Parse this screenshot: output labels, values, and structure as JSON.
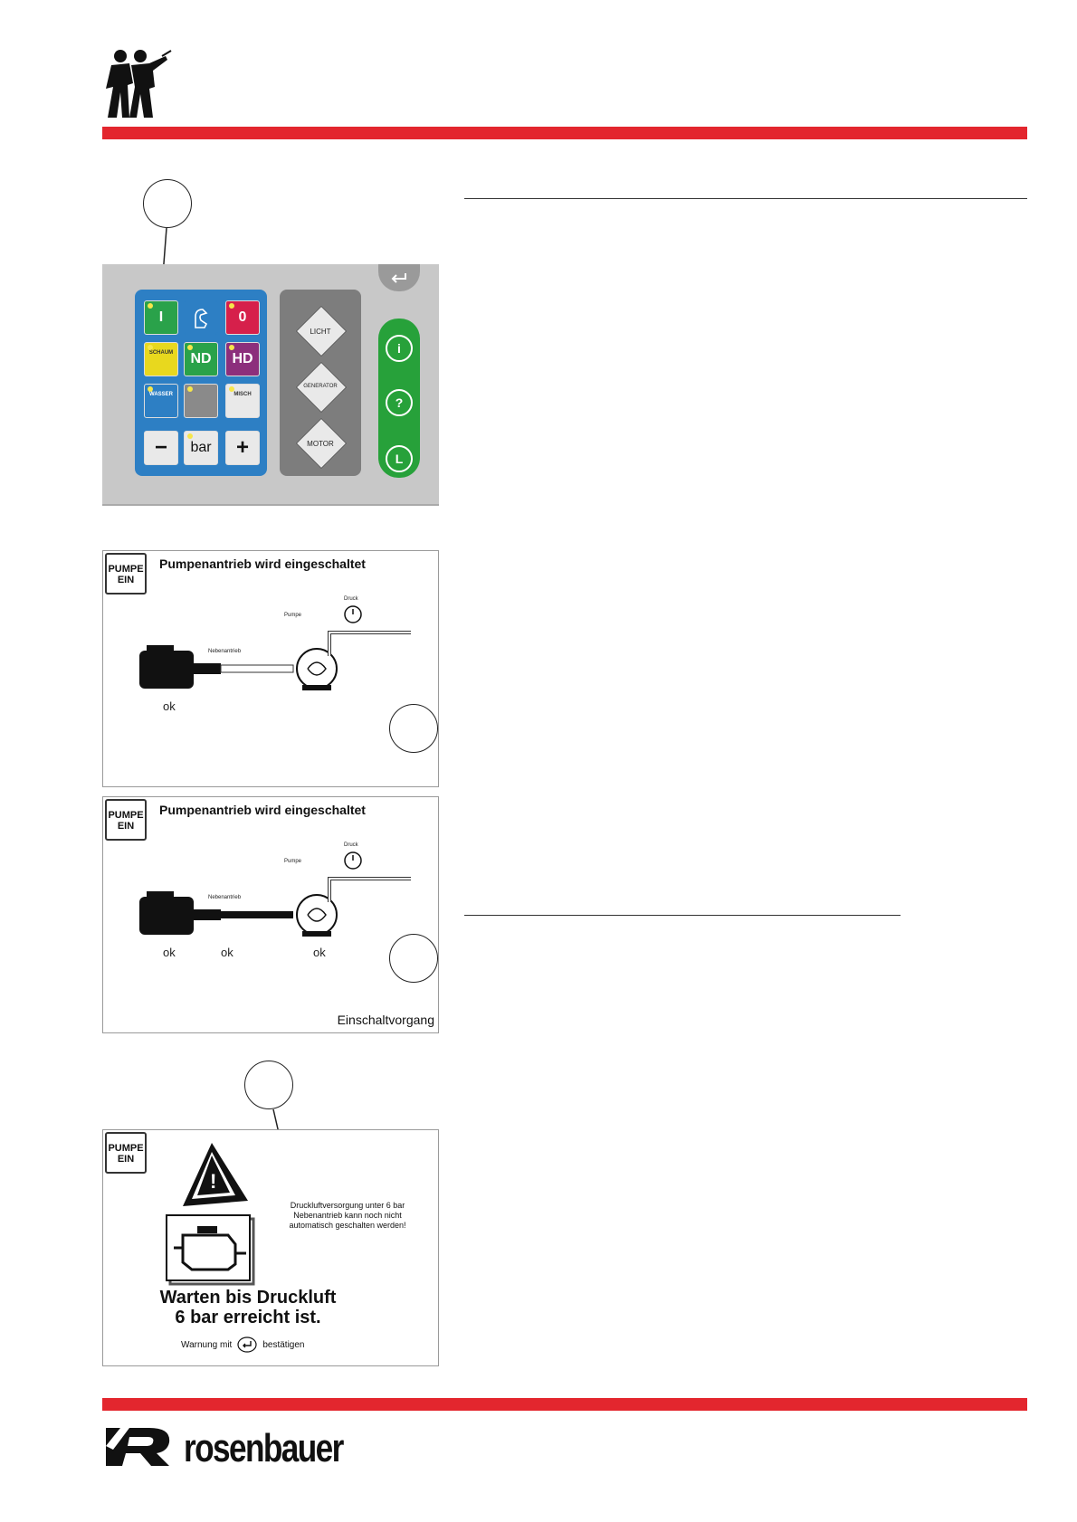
{
  "panel": {
    "keys": {
      "on": "I",
      "off": "0",
      "foam": "SCHAUM",
      "nd": "ND",
      "hd": "HD",
      "water": "WASSER",
      "foam_mix": "MISCH",
      "minus": "−",
      "bar": "bar",
      "plus": "+"
    },
    "diamonds": {
      "light": "LICHT",
      "generator": "GENERATOR",
      "motor": "MOTOR"
    },
    "side_buttons": {
      "info": "i",
      "help": "?",
      "l": "L"
    }
  },
  "screen1": {
    "badge_line1": "PUMPE",
    "badge_line2": "EIN",
    "title": "Pumpenantrieb wird eingeschaltet",
    "label_pressure": "Druck",
    "label_pump": "Pumpe",
    "label_pto": "Nebenantrieb",
    "status_engine": "ok"
  },
  "screen2": {
    "badge_line1": "PUMPE",
    "badge_line2": "EIN",
    "title": "Pumpenantrieb wird eingeschaltet",
    "label_pressure": "Druck",
    "label_pump": "Pumpe",
    "label_pto": "Nebenantrieb",
    "status_engine": "ok",
    "status_pto": "ok",
    "status_pump": "ok",
    "footer": "Einschaltvorgang"
  },
  "screen3": {
    "badge_line1": "PUMPE",
    "badge_line2": "EIN",
    "message_line1": "Druckluftversorgung unter 6 bar",
    "message_line2": "Nebenantrieb kann noch nicht",
    "message_line3": "automatisch geschalten werden!",
    "big_line1": "Warten bis Druckluft",
    "big_line2": "6 bar erreicht ist.",
    "confirm_before": "Warnung mit",
    "confirm_after": "bestätigen"
  },
  "footer": {
    "brand": "rosenbauer"
  },
  "colors": {
    "red_bar": "#e3262e",
    "panel_blue": "#2d7fc4",
    "panel_green": "#27a13a"
  }
}
